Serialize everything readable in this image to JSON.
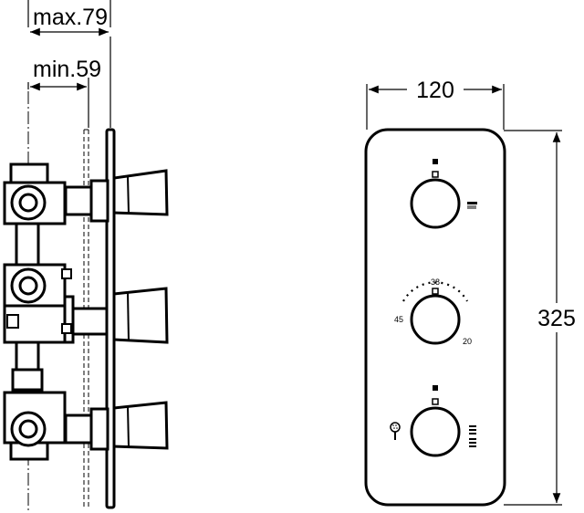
{
  "side_view": {
    "dim_max": "max.79",
    "dim_min": "min.59"
  },
  "front_view": {
    "dim_width": "120",
    "dim_height": "325",
    "temp_top": "38",
    "temp_left": "45",
    "temp_right": "20"
  },
  "icons": {
    "top_outlet": "bath-outlet-icon",
    "hand_shower": "hand-shower-icon",
    "head_shower": "overhead-shower-icon"
  }
}
